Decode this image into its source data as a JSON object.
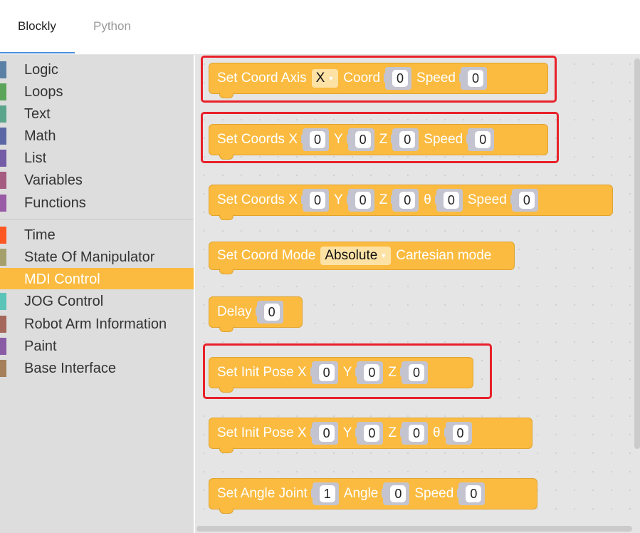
{
  "tabs": [
    {
      "label": "Blockly",
      "active": true
    },
    {
      "label": "Python",
      "active": false
    }
  ],
  "categories_group1": [
    {
      "label": "Logic",
      "color": "#5b80a5"
    },
    {
      "label": "Loops",
      "color": "#5ba55b"
    },
    {
      "label": "Text",
      "color": "#5ba58c"
    },
    {
      "label": "Math",
      "color": "#5b67a5"
    },
    {
      "label": "List",
      "color": "#745ba5"
    },
    {
      "label": "Variables",
      "color": "#a55b80"
    },
    {
      "label": "Functions",
      "color": "#995ba5"
    }
  ],
  "categories_group2": [
    {
      "label": "Time",
      "color": "#ff5722"
    },
    {
      "label": "State Of Manipulator",
      "color": "#a5a06b"
    },
    {
      "label": "MDI Control",
      "color": "#fbbb40",
      "selected": true
    },
    {
      "label": "JOG Control",
      "color": "#5bc4b8"
    },
    {
      "label": "Robot Arm Information",
      "color": "#a5665b"
    },
    {
      "label": "Paint",
      "color": "#8a5ba5"
    },
    {
      "label": "Base Interface",
      "color": "#a5805b"
    }
  ],
  "blocks": {
    "set_coord_axis": {
      "title": "Set Coord Axis",
      "axis": "X",
      "coord_label": "Coord",
      "coord": "0",
      "speed_label": "Speed",
      "speed": "0"
    },
    "set_coords_xyz": {
      "title": "Set Coords X",
      "x": "0",
      "y_label": "Y",
      "y": "0",
      "z_label": "Z",
      "z": "0",
      "speed_label": "Speed",
      "speed": "0"
    },
    "set_coords_xyzt": {
      "title": "Set Coords X",
      "x": "0",
      "y_label": "Y",
      "y": "0",
      "z_label": "Z",
      "z": "0",
      "t_label": "θ",
      "t": "0",
      "speed_label": "Speed",
      "speed": "0"
    },
    "set_coord_mode": {
      "title": "Set Coord Mode",
      "mode": "Absolute",
      "suffix": "Cartesian mode"
    },
    "delay": {
      "title": "Delay",
      "value": "0"
    },
    "set_init_pose_xyz": {
      "title": "Set Init Pose X",
      "x": "0",
      "y_label": "Y",
      "y": "0",
      "z_label": "Z",
      "z": "0"
    },
    "set_init_pose_xyzt": {
      "title": "Set Init Pose X",
      "x": "0",
      "y_label": "Y",
      "y": "0",
      "z_label": "Z",
      "z": "0",
      "t_label": "θ",
      "t": "0"
    },
    "set_angle_joint": {
      "title": "Set Angle Joint",
      "joint": "1",
      "angle_label": "Angle",
      "angle": "0",
      "speed_label": "Speed",
      "speed": "0"
    }
  },
  "colors": {
    "block": "#fbbb40",
    "highlight": "#e8212a",
    "tab_underline": "#4a90d9"
  }
}
